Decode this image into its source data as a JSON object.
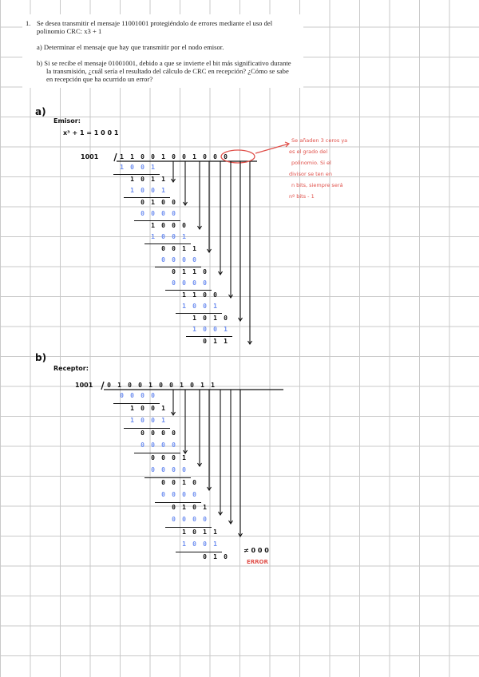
{
  "problem": {
    "number": "1.",
    "line1": "Se desea transmitir el mensaje 11001001 protegiéndolo de errores mediante el uso del",
    "line2": "polinomio CRC: x3 + 1",
    "part_a": "a)  Determinar el mensaje que hay que transmitir por el nodo emisor.",
    "part_b_1": "b)  Si se recibe el mensaje 01001001, debido a que se invierte el bit más significativo durante",
    "part_b_2": "la transmisión, ¿cuál sería el resultado del cálculo de CRC en recepción? ¿Cómo se sabe",
    "part_b_3": "en recepción que ha ocurrido un error?"
  },
  "section_a": {
    "label": "a)",
    "role": "Emisor:",
    "polynomial": "x³ + 1 = 1 0 0 1",
    "divisor": "1001",
    "dividend": [
      "1",
      "1",
      "0",
      "0",
      "1",
      "0",
      "0",
      "1",
      "0",
      "0",
      "0"
    ],
    "steps": [
      {
        "bits": [
          "1",
          "0",
          "0",
          "1"
        ],
        "color": "blue",
        "col": 0
      },
      {
        "bits": [
          "1",
          "0",
          "1",
          "1"
        ],
        "color": "black",
        "col": 1
      },
      {
        "bits": [
          "1",
          "0",
          "0",
          "1"
        ],
        "color": "blue",
        "col": 1
      },
      {
        "bits": [
          "0",
          "1",
          "0",
          "0"
        ],
        "color": "black",
        "col": 2
      },
      {
        "bits": [
          "0",
          "0",
          "0",
          "0"
        ],
        "color": "blue",
        "col": 2
      },
      {
        "bits": [
          "1",
          "0",
          "0",
          "0"
        ],
        "color": "black",
        "col": 3
      },
      {
        "bits": [
          "1",
          "0",
          "0",
          "1"
        ],
        "color": "blue",
        "col": 3
      },
      {
        "bits": [
          "0",
          "0",
          "1",
          "1"
        ],
        "color": "black",
        "col": 4
      },
      {
        "bits": [
          "0",
          "0",
          "0",
          "0"
        ],
        "color": "blue",
        "col": 4
      },
      {
        "bits": [
          "0",
          "1",
          "1",
          "0"
        ],
        "color": "black",
        "col": 5
      },
      {
        "bits": [
          "0",
          "0",
          "0",
          "0"
        ],
        "color": "blue",
        "col": 5
      },
      {
        "bits": [
          "1",
          "1",
          "0",
          "0"
        ],
        "color": "black",
        "col": 6
      },
      {
        "bits": [
          "1",
          "0",
          "0",
          "1"
        ],
        "color": "blue",
        "col": 6
      },
      {
        "bits": [
          "1",
          "0",
          "1",
          "0"
        ],
        "color": "black",
        "col": 7
      },
      {
        "bits": [
          "1",
          "0",
          "0",
          "1"
        ],
        "color": "blue",
        "col": 7
      },
      {
        "bits": [
          "0",
          "1",
          "1"
        ],
        "color": "black",
        "col": 8
      }
    ],
    "note": [
      "Se añaden 3 ceros ya",
      "es el grado del",
      "polinomio. Si el",
      "divisor se ten en",
      "n bits, siempre será",
      "nº bits - 1"
    ]
  },
  "section_b": {
    "label": "b)",
    "role": "Receptor:",
    "divisor": "1001",
    "dividend": [
      "0",
      "1",
      "0",
      "0",
      "1",
      "0",
      "0",
      "1",
      "0",
      "1",
      "1"
    ],
    "steps": [
      {
        "bits": [
          "0",
          "0",
          "0",
          "0"
        ],
        "color": "blue",
        "col": 0
      },
      {
        "bits": [
          "1",
          "0",
          "0",
          "1"
        ],
        "color": "black",
        "col": 1
      },
      {
        "bits": [
          "1",
          "0",
          "0",
          "1"
        ],
        "color": "blue",
        "col": 1
      },
      {
        "bits": [
          "0",
          "0",
          "0",
          "0"
        ],
        "color": "black",
        "col": 2
      },
      {
        "bits": [
          "0",
          "0",
          "0",
          "0"
        ],
        "color": "blue",
        "col": 2
      },
      {
        "bits": [
          "0",
          "0",
          "0",
          "1"
        ],
        "color": "black",
        "col": 3
      },
      {
        "bits": [
          "0",
          "0",
          "0",
          "0"
        ],
        "color": "blue",
        "col": 3
      },
      {
        "bits": [
          "0",
          "0",
          "1",
          "0"
        ],
        "color": "black",
        "col": 4
      },
      {
        "bits": [
          "0",
          "0",
          "0",
          "0"
        ],
        "color": "blue",
        "col": 4
      },
      {
        "bits": [
          "0",
          "1",
          "0",
          "1"
        ],
        "color": "black",
        "col": 5
      },
      {
        "bits": [
          "0",
          "0",
          "0",
          "0"
        ],
        "color": "blue",
        "col": 5
      },
      {
        "bits": [
          "1",
          "0",
          "1",
          "1"
        ],
        "color": "black",
        "col": 6
      },
      {
        "bits": [
          "1",
          "0",
          "0",
          "1"
        ],
        "color": "blue",
        "col": 6
      },
      {
        "bits": [
          "0",
          "1",
          "0"
        ],
        "color": "black",
        "col": 8
      }
    ],
    "comparison": "≠ 0 0 0",
    "result": "ERROR"
  }
}
